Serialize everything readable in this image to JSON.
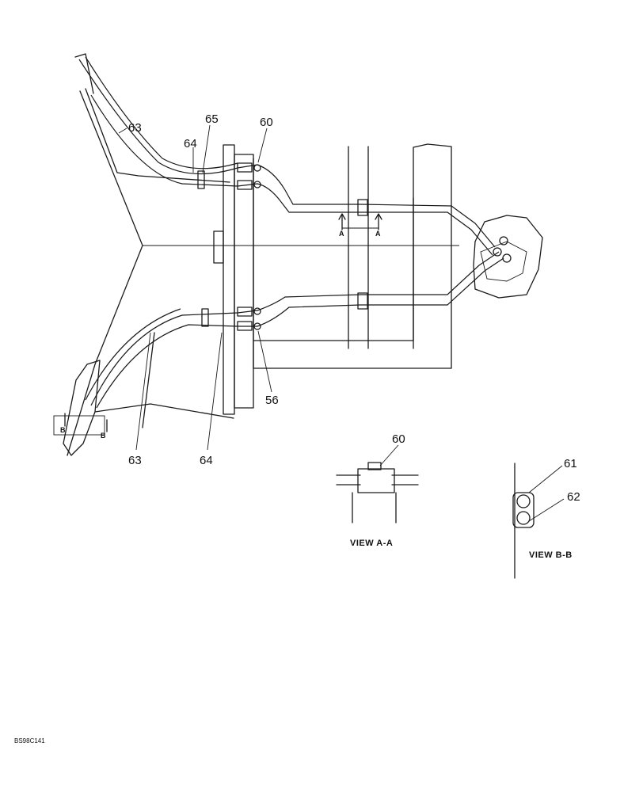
{
  "callouts": {
    "c63_top": "63",
    "c65": "65",
    "c64_top": "64",
    "c60_main": "60",
    "c56": "56",
    "c63_bottom": "63",
    "c64_bottom": "64",
    "c60_view": "60",
    "c61": "61",
    "c62": "62"
  },
  "section_marks": {
    "a_left": "A",
    "a_right": "A",
    "b_left": "B",
    "b_right": "B"
  },
  "views": {
    "view_aa": "VIEW A-A",
    "view_bb": "VIEW B-B"
  },
  "drawing_code": "BS98C141"
}
